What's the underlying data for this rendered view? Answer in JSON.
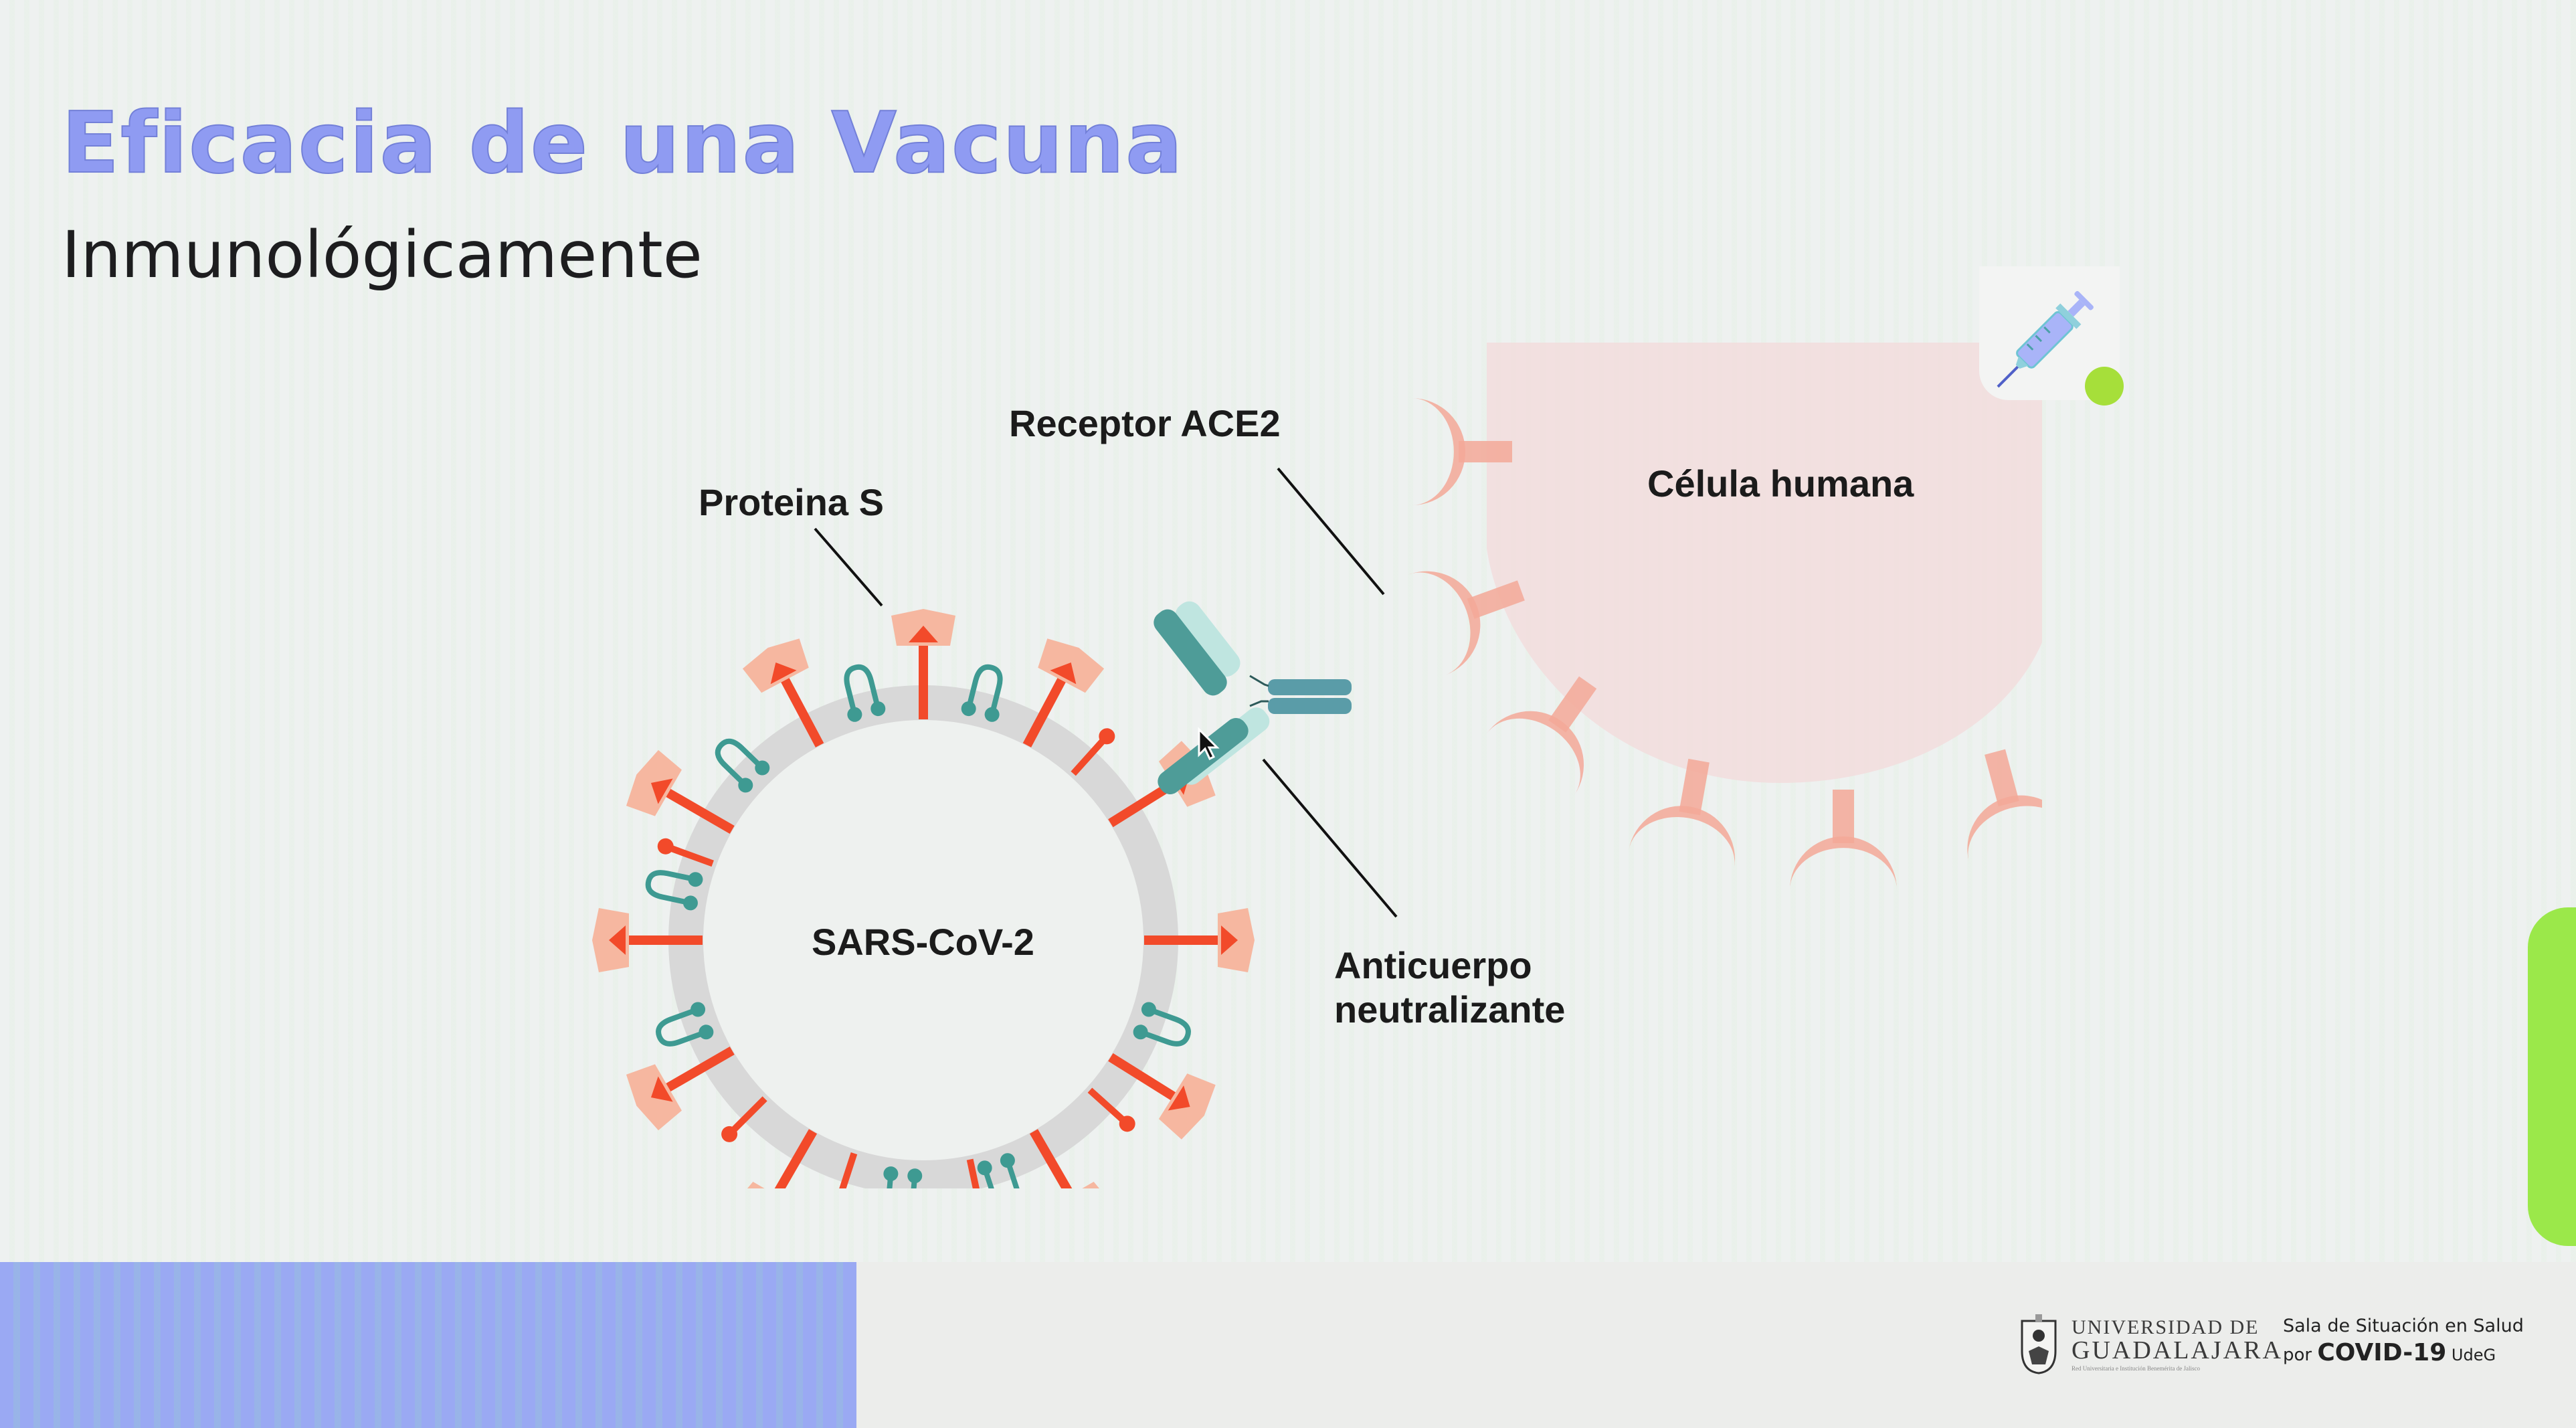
{
  "slide": {
    "title": "Eficacia de una Vacuna",
    "subtitle": "Inmunológicamente"
  },
  "diagram": {
    "labels": {
      "proteina_s": "Proteina S",
      "receptor_ace2": "Receptor ACE2",
      "celula_humana": "Célula humana",
      "virus": "SARS-CoV-2",
      "anticuerpo_line1": "Anticuerpo",
      "anticuerpo_line2": "neutralizante"
    },
    "colors": {
      "title": "#8f9bf2",
      "spike": "#f24a2a",
      "spike_head": "#f6b7a0",
      "membrane": "#d8d8d8",
      "m_protein": "#3e9a92",
      "antibody_heavy": "#4e9c98",
      "antibody_light": "#bfe5e0",
      "cell_body": "#f2dede",
      "cell_receptor": "#f3a898",
      "footer_bar": "#9aa9f3",
      "side_tab": "#9be84a",
      "status_dot": "#a6df3a"
    }
  },
  "widgets": {
    "syringe_icon": "syringe-icon"
  },
  "footer": {
    "udg_line1": "UNIVERSIDAD DE",
    "udg_line2": "GUADALAJARA",
    "udg_line3": "Red Universitaria e Institución Benemérita de Jalisco",
    "sala_line1": "Sala de Situación en Salud",
    "sala_por": "por ",
    "sala_covid": "COVID-19",
    "sala_udeg": " UdeG"
  }
}
